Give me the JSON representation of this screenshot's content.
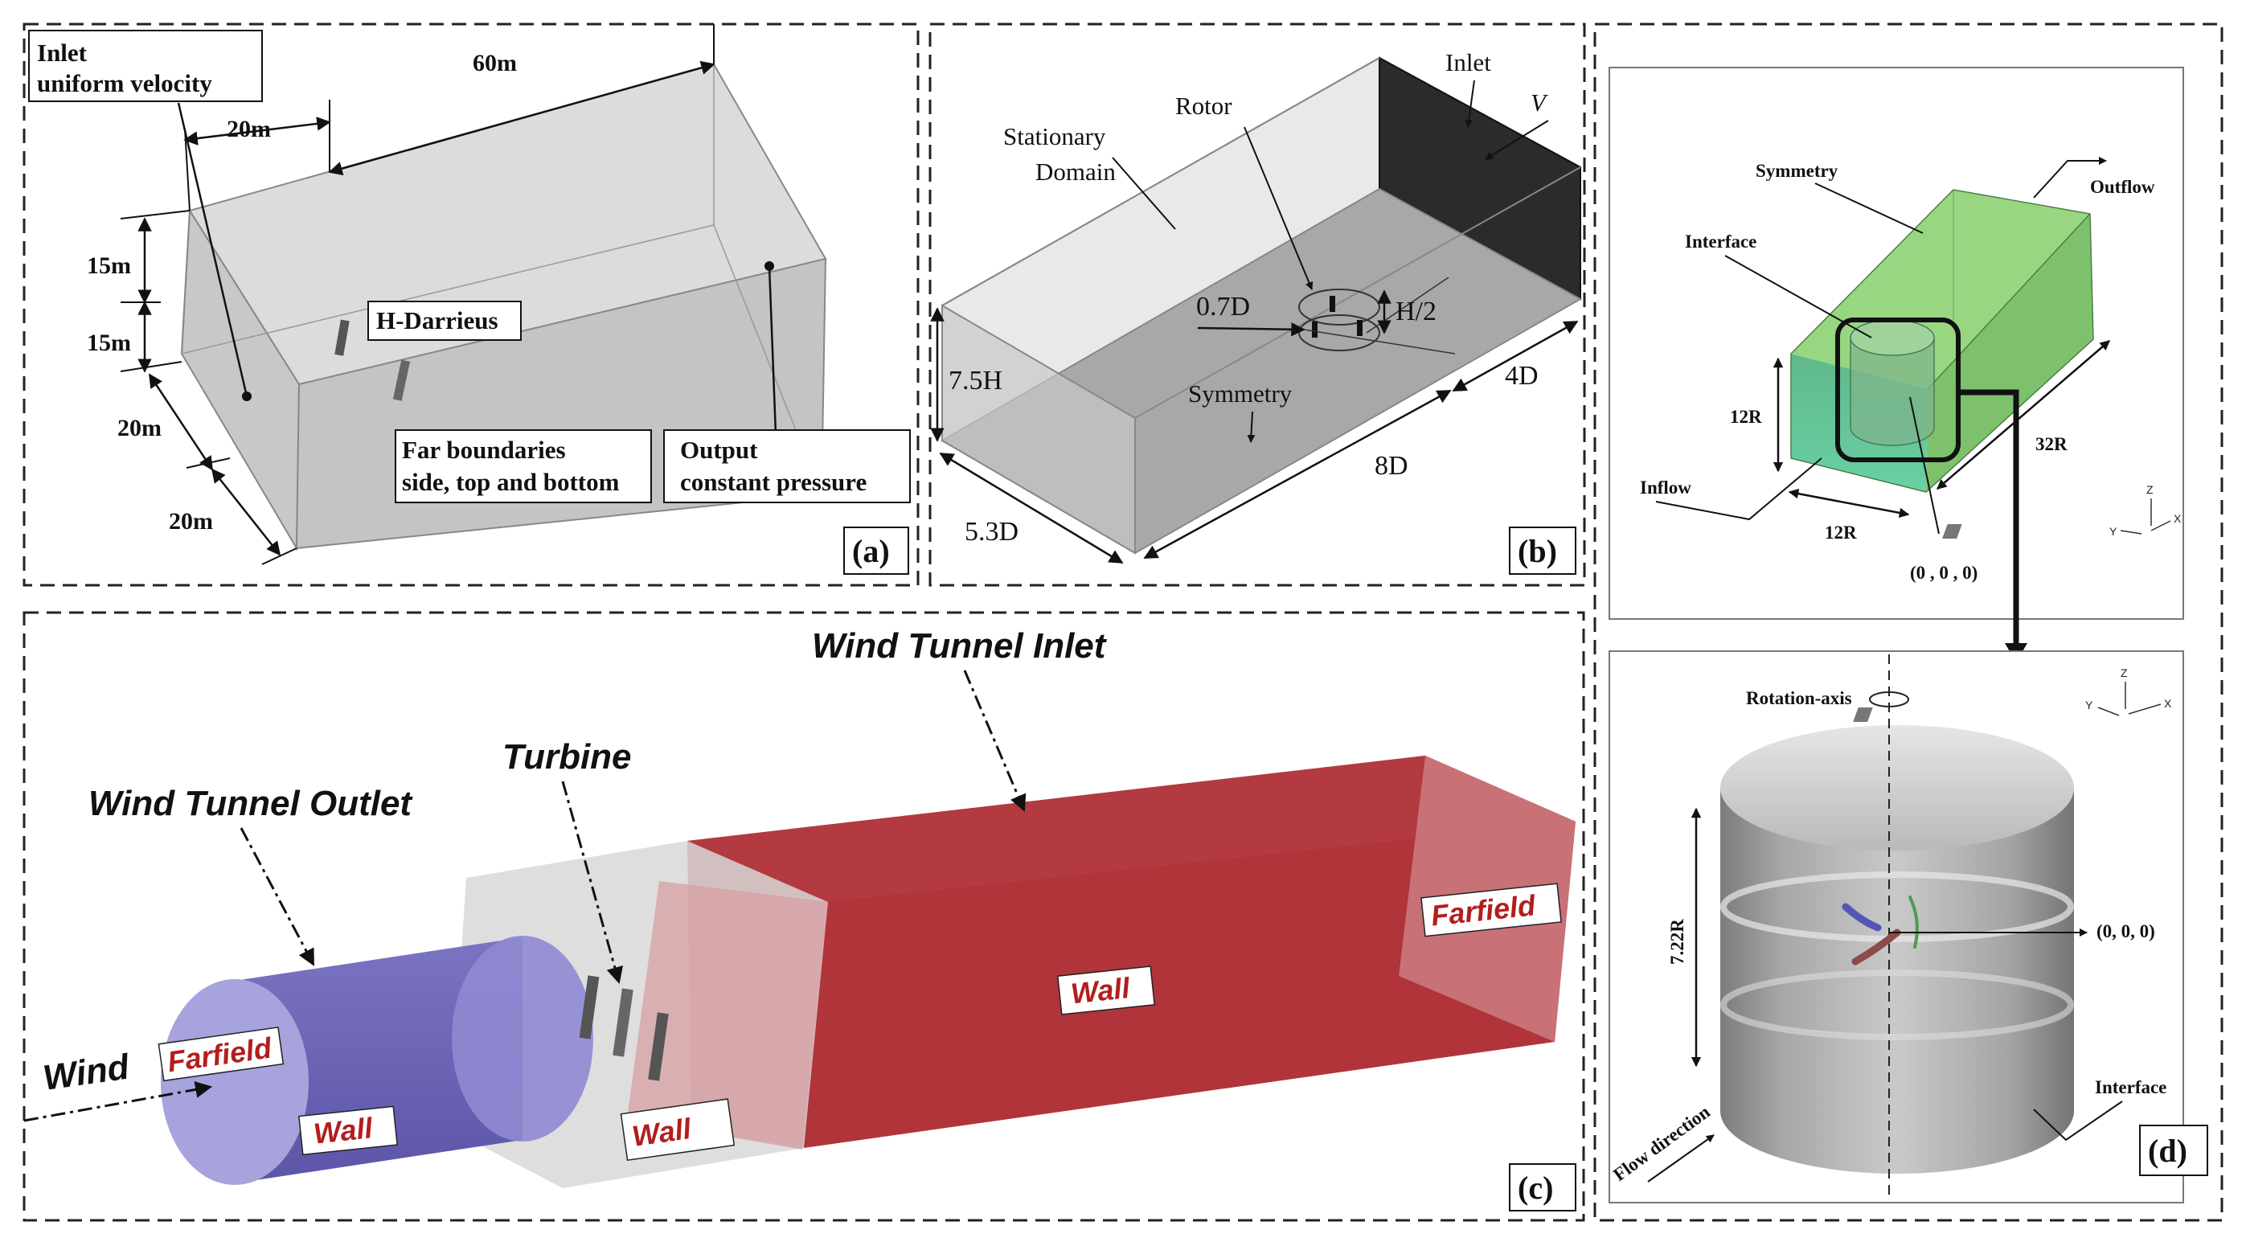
{
  "panel_a": {
    "inlet": "Inlet",
    "inlet_sub": "uniform velocity",
    "dim_60m": "60m",
    "dim_20m_top": "20m",
    "dim_15m_a": "15m",
    "dim_15m_b": "15m",
    "dim_20m_left": "20m",
    "dim_20m_bottom": "20m",
    "turbine": "H-Darrieus",
    "far": "Far boundaries",
    "far_sub": "side, top and bottom",
    "output": "Output",
    "output_sub": "constant pressure",
    "tag": "(a)"
  },
  "panel_b": {
    "inlet": "Inlet",
    "velocity": "V",
    "rotor": "Rotor",
    "stationary": "Stationary",
    "domain": "Domain",
    "dim_07d": "0.7D",
    "dim_h2": "H/2",
    "dim_75h": "7.5H",
    "symmetry": "Symmetry",
    "dim_4d": "4D",
    "dim_8d": "8D",
    "dim_53d": "5.3D",
    "tag": "(b)"
  },
  "panel_c": {
    "inlet": "Wind Tunnel Inlet",
    "outlet": "Wind Tunnel Outlet",
    "turbine": "Turbine",
    "wind": "Wind",
    "farfield_left": "Farfield",
    "wall_blue": "Wall",
    "wall_grey": "Wall",
    "wall_red": "Wall",
    "farfield_right": "Farfield",
    "tag": "(c)"
  },
  "panel_d": {
    "symmetry": "Symmetry",
    "outflow": "Outflow",
    "interface_top": "Interface",
    "dim_12r_v": "12R",
    "dim_12r_h": "12R",
    "dim_32r": "32R",
    "inflow": "Inflow",
    "origin_top": "(0 , 0 , 0)",
    "axis_z": "Z",
    "axis_y": "Y",
    "axis_x": "X",
    "rotation_axis": "Rotation-axis",
    "dim_722r": "7.22R",
    "origin_bottom": "(0, 0, 0)",
    "interface_bottom": "Interface",
    "flow_direction": "Flow direction",
    "tag": "(d)"
  },
  "colors": {
    "tunnel_red": "#b0343a",
    "outlet_blue": "#6b64b4",
    "domain_green": "#7dc46a",
    "cylinder_grey": "#9a9a9a"
  }
}
